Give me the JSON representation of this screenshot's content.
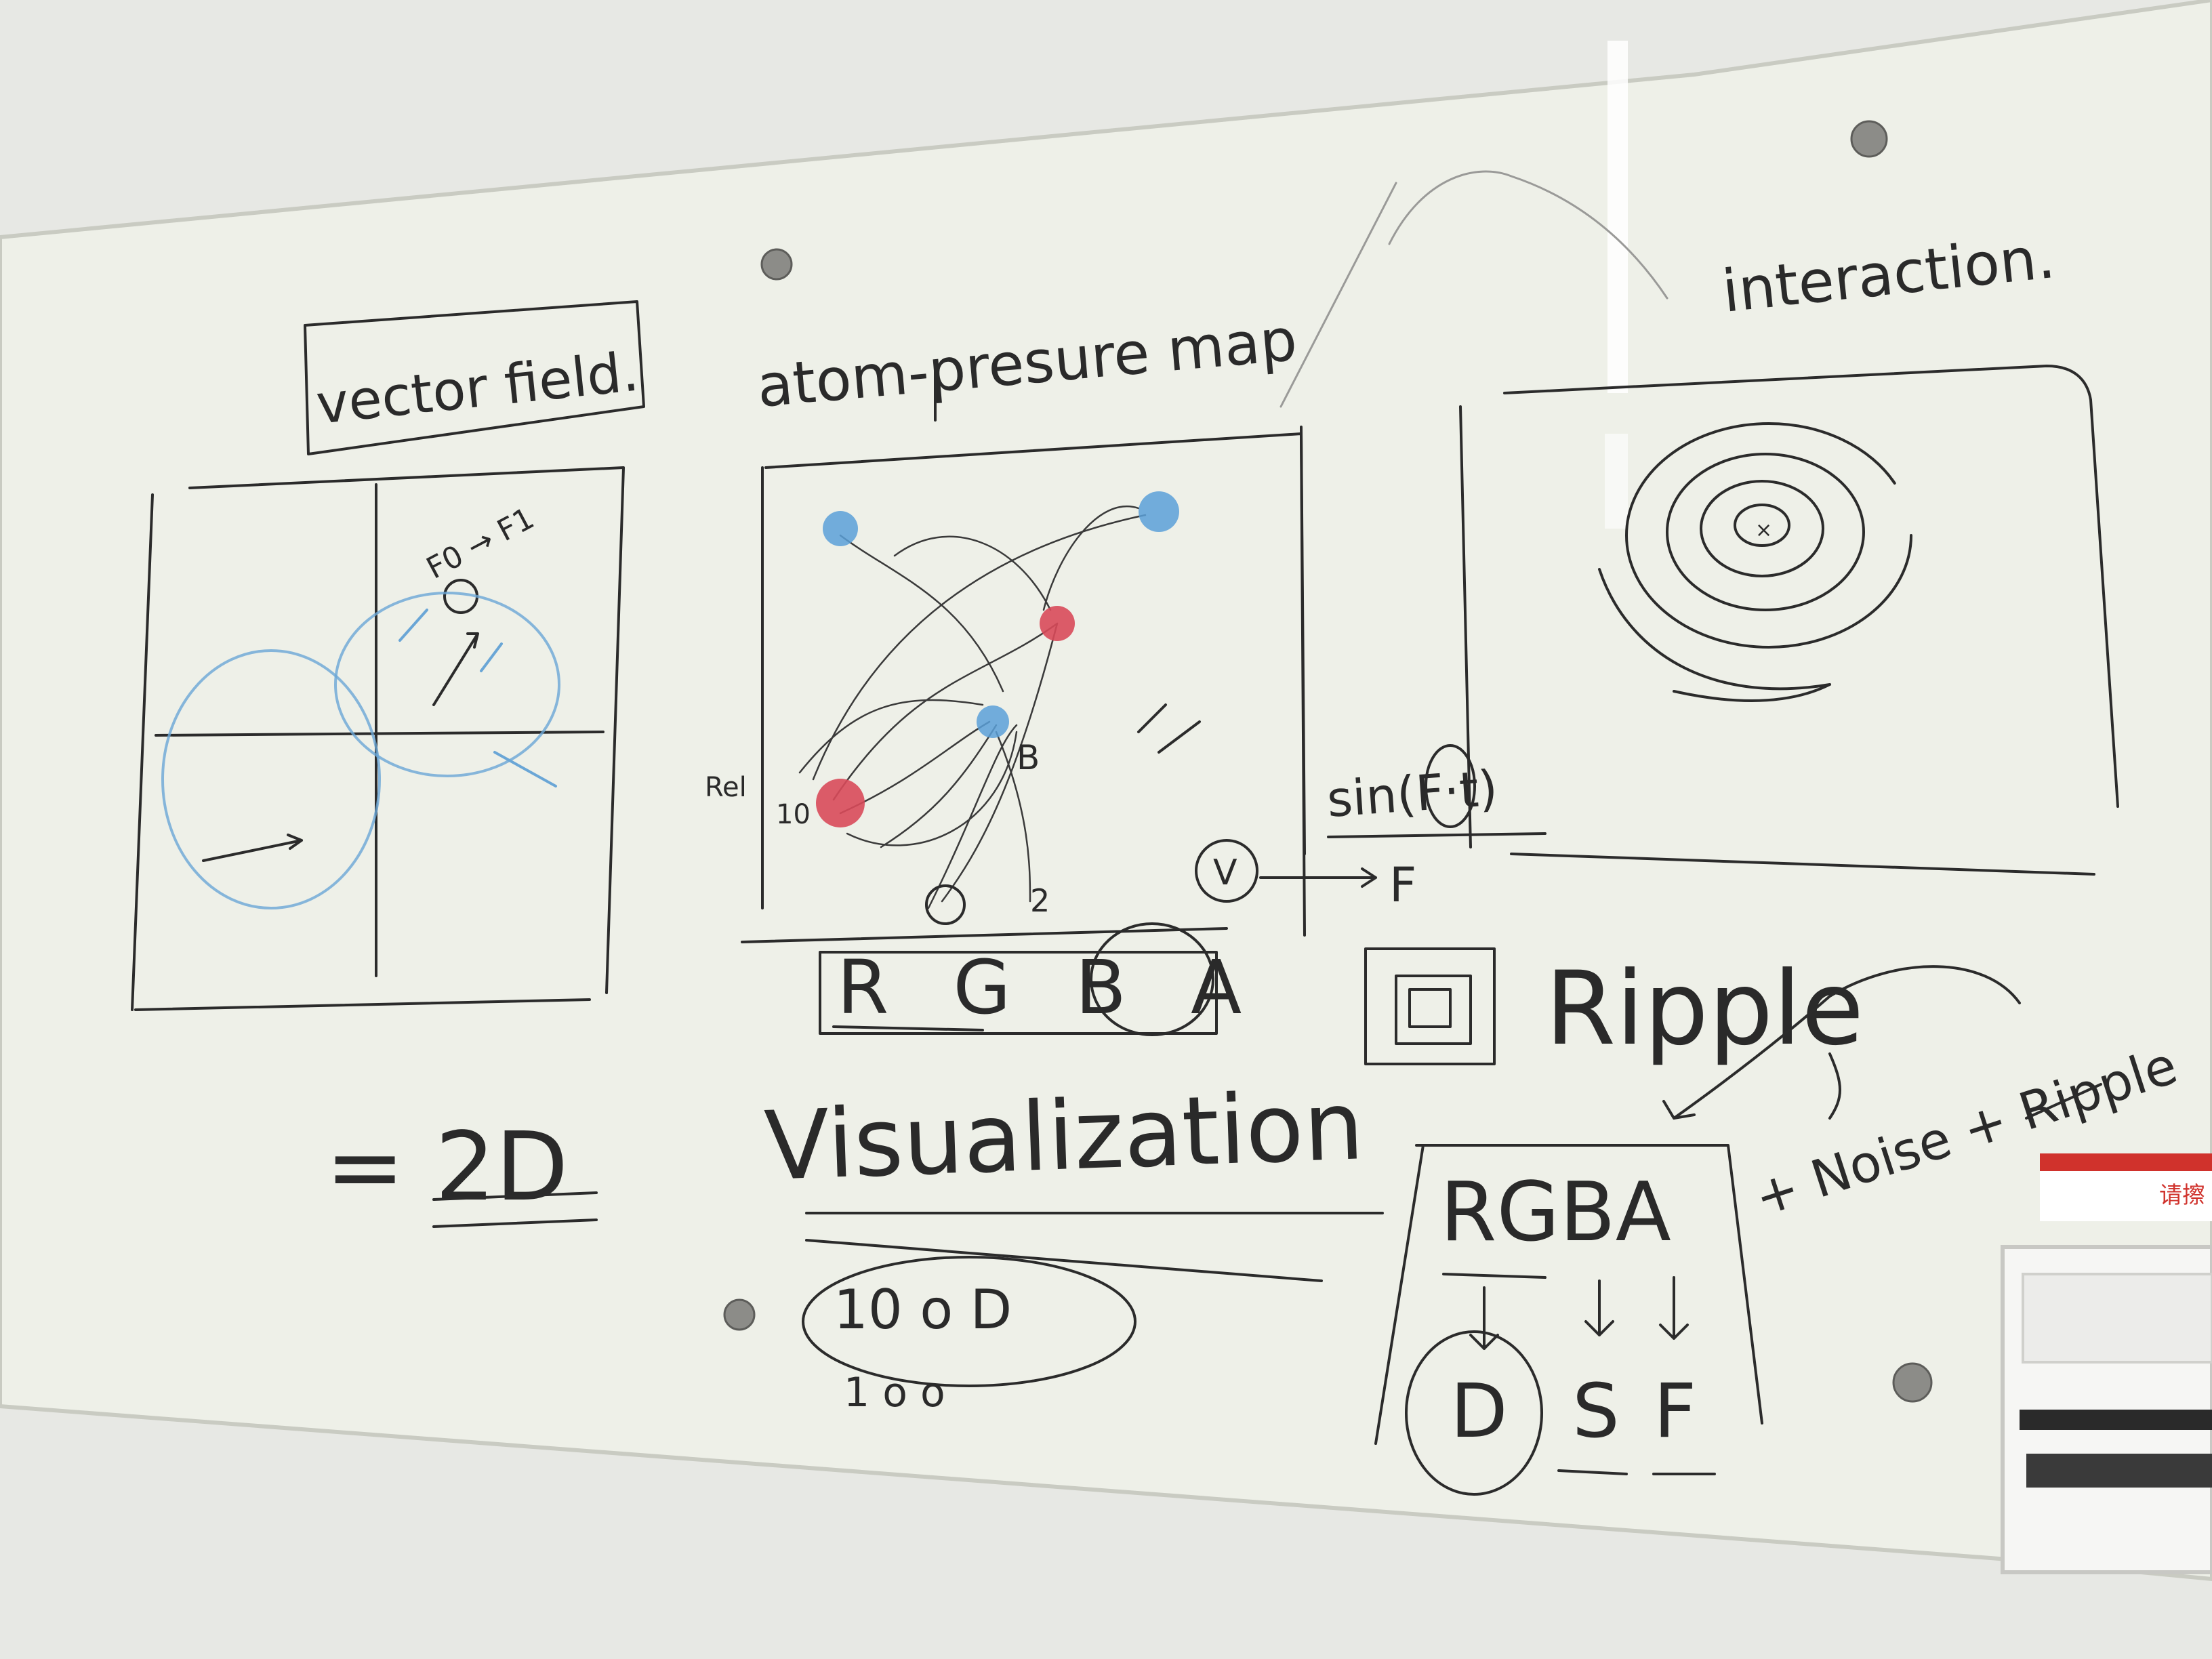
{
  "labels": {
    "vector_field": "vector field.",
    "atom_pressure_map": "atom-presure map",
    "interaction": "interaction.",
    "f0_f1": "F0 → F1",
    "rel": "Rel",
    "ten": "10",
    "b_label": "B",
    "two": "2",
    "sin_ft": "sin(F·t)",
    "f_vec": "F",
    "v_circle": "V",
    "rgba_top": "R G B A",
    "ripple": "Ripple",
    "eq_2d": "= 2D",
    "visualization": "Visualization",
    "ten_od": "10  o D",
    "one_oo": "1  o  o",
    "rgba_bottom": "RGBA",
    "d_letter": "D",
    "s_letter": "S",
    "f_letter": "F",
    "noise_ripple": "+ Noise + Ripple",
    "sign_text": "请擦"
  },
  "colors": {
    "board": "#eef0e8",
    "wall": "#e6e7e3",
    "ink": "#2b2b2b",
    "blue_marker": "#5aa0d8",
    "red_marker": "#d84a5a",
    "sign_red": "#d0322c"
  }
}
